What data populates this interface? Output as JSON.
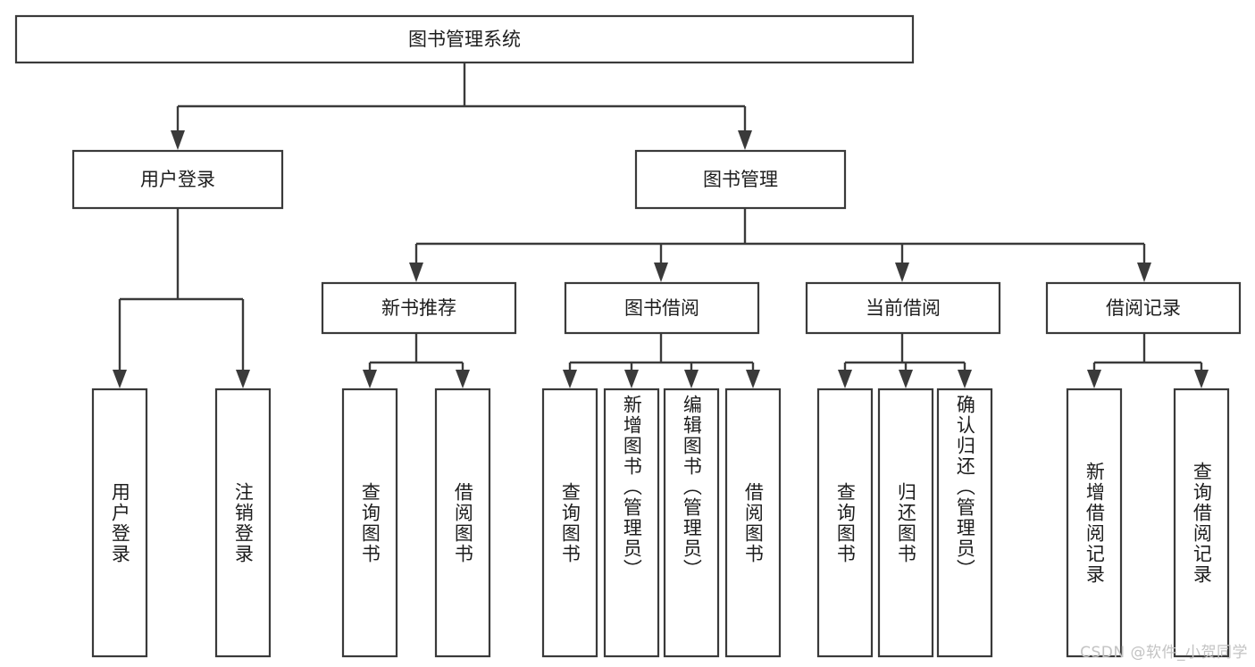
{
  "diagram": {
    "type": "tree",
    "title": "图书管理系统",
    "root": {
      "id": "root",
      "label": "图书管理系统",
      "orientation": "horizontal"
    },
    "level1": [
      {
        "id": "user-login",
        "label": "用户登录",
        "orientation": "horizontal"
      },
      {
        "id": "book-manage",
        "label": "图书管理",
        "orientation": "horizontal"
      }
    ],
    "level2": [
      {
        "id": "new-book-recommend",
        "label": "新书推荐",
        "orientation": "horizontal",
        "parent": "book-manage"
      },
      {
        "id": "book-borrow",
        "label": "图书借阅",
        "orientation": "horizontal",
        "parent": "book-manage"
      },
      {
        "id": "current-borrow",
        "label": "当前借阅",
        "orientation": "horizontal",
        "parent": "book-manage"
      },
      {
        "id": "borrow-record",
        "label": "借阅记录",
        "orientation": "horizontal",
        "parent": "book-manage"
      }
    ],
    "leaves": [
      {
        "id": "leaf-user-login",
        "label": "用户登录",
        "orientation": "vertical",
        "parent": "user-login"
      },
      {
        "id": "leaf-logout-login",
        "label": "注销登录",
        "orientation": "vertical",
        "parent": "user-login"
      },
      {
        "id": "leaf-query-book-1",
        "label": "查询图书",
        "orientation": "vertical",
        "parent": "new-book-recommend"
      },
      {
        "id": "leaf-borrow-book-1",
        "label": "借阅图书",
        "orientation": "vertical",
        "parent": "new-book-recommend"
      },
      {
        "id": "leaf-query-book-2",
        "label": "查询图书",
        "orientation": "vertical",
        "parent": "book-borrow"
      },
      {
        "id": "leaf-add-book",
        "label": "新增图书（管理员）",
        "orientation": "vertical",
        "parent": "book-borrow"
      },
      {
        "id": "leaf-edit-book",
        "label": "编辑图书（管理员）",
        "orientation": "vertical",
        "parent": "book-borrow"
      },
      {
        "id": "leaf-borrow-book-2",
        "label": "借阅图书",
        "orientation": "vertical",
        "parent": "book-borrow"
      },
      {
        "id": "leaf-query-book-3",
        "label": "查询图书",
        "orientation": "vertical",
        "parent": "current-borrow"
      },
      {
        "id": "leaf-return-book",
        "label": "归还图书",
        "orientation": "vertical",
        "parent": "current-borrow"
      },
      {
        "id": "leaf-confirm-return",
        "label": "确认归还（管理员）",
        "orientation": "vertical",
        "parent": "current-borrow"
      },
      {
        "id": "leaf-add-record",
        "label": "新增借阅记录",
        "orientation": "vertical",
        "parent": "borrow-record"
      },
      {
        "id": "leaf-query-record",
        "label": "查询借阅记录",
        "orientation": "vertical",
        "parent": "borrow-record"
      }
    ]
  },
  "watermark": {
    "text": "CSDN @软件_小贺同学"
  },
  "colors": {
    "box_stroke": "#3a3a3a",
    "box_fill": "#ffffff",
    "connector": "#3a3a3a",
    "label": "#1d1d1d",
    "watermark": "#c3c3c3",
    "background": "#ffffff"
  }
}
